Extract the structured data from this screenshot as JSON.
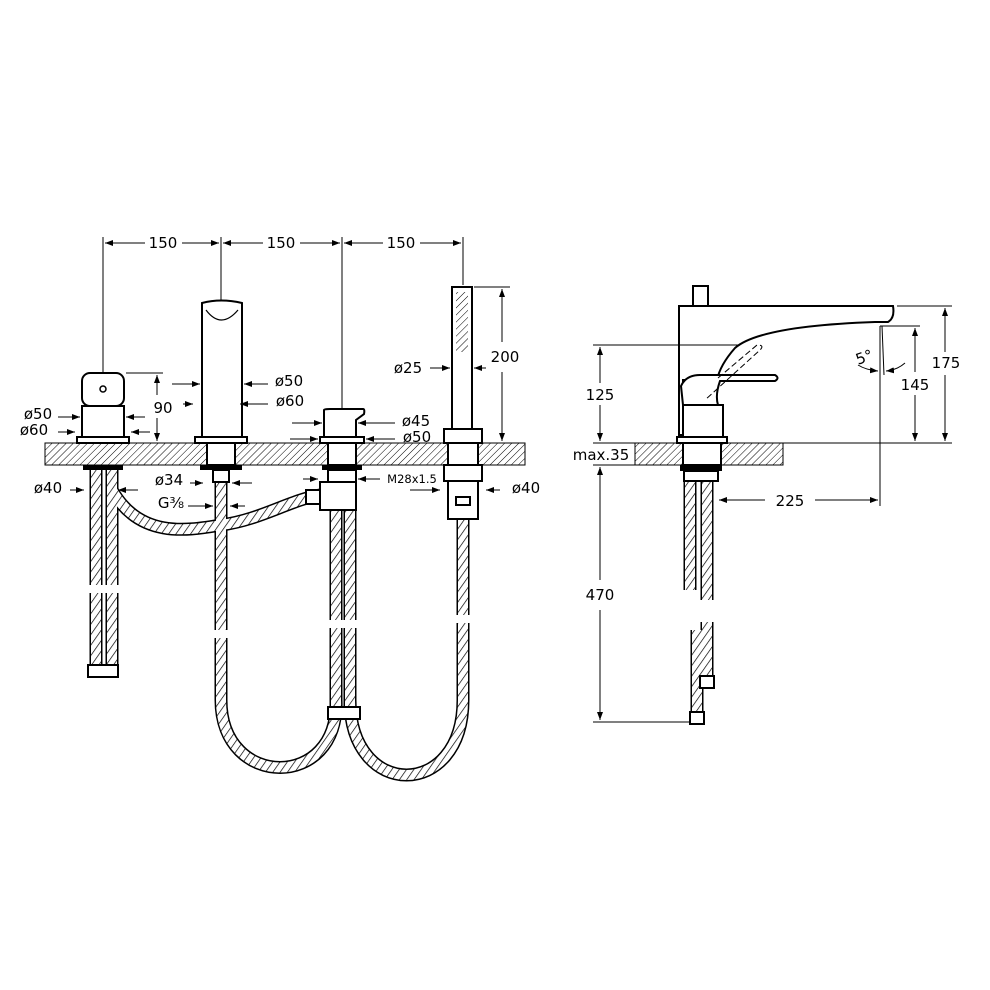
{
  "drawing": {
    "front_view": {
      "spacing_1": "150",
      "spacing_2": "150",
      "spacing_3": "150",
      "mixer_height": "90",
      "mixer_dia_top": "ø50",
      "mixer_dia_base": "ø60",
      "mixer_pipe_dia": "ø40",
      "spout_dia_top": "ø50",
      "spout_dia_base": "ø60",
      "spout_pipe_dia": "ø34",
      "spout_thread": "G⅜",
      "diverter_dia_top": "ø45",
      "diverter_dia_base": "ø50",
      "diverter_thread": "M28x1.5",
      "shower_dia": "ø25",
      "shower_height": "200",
      "shower_pipe_dia": "ø40"
    },
    "side_view": {
      "lever_height": "125",
      "deck_thickness": "max.35",
      "hose_length": "470",
      "spout_reach": "225",
      "total_height": "175",
      "outlet_height": "145",
      "spout_angle": "5°"
    },
    "colors": {
      "line": "#000000",
      "background": "#ffffff"
    }
  }
}
